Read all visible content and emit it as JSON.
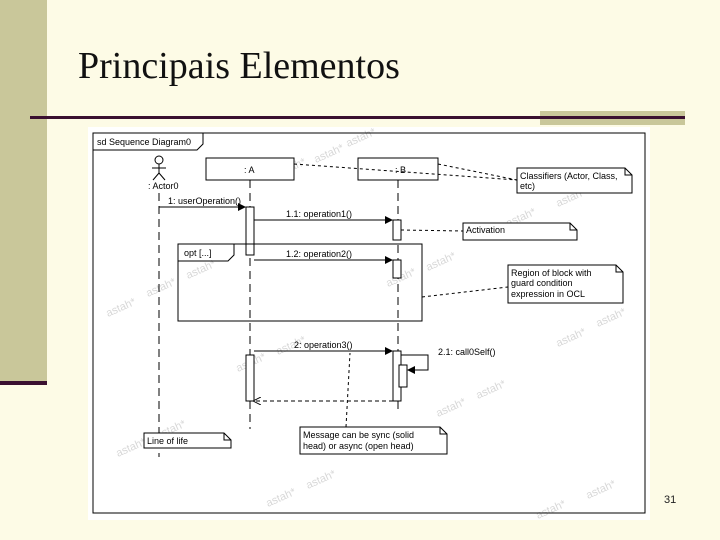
{
  "slide": {
    "title": "Principais Elementos",
    "page_number": "31"
  },
  "diagram": {
    "frame_label": "sd Sequence Diagram0",
    "actor_label": ": Actor0",
    "lifeline_a": ": A",
    "lifeline_b": ": B",
    "messages": {
      "m1": "1: userOperation()",
      "m11": "1.1: operation1()",
      "m12": "1.2: operation2()",
      "m2": "2: operation3()",
      "m21": "2.1: call0Self()"
    },
    "fragment_label": "opt [...]",
    "notes": {
      "classifiers_line1": "Classifiers (Actor, Class,",
      "classifiers_line2": "etc)",
      "activation": "Activation",
      "region_line1": "Region of block with",
      "region_line2": "guard condition",
      "region_line3": "expression in OCL",
      "lifeline": "Line of life",
      "message_line1": "Message can be sync (solid",
      "message_line2": "head) or async (open head)"
    },
    "watermark": "astah*"
  },
  "colors": {
    "background": "#fdfbe6",
    "band": "#c9c79a",
    "rule": "#3a1030"
  }
}
